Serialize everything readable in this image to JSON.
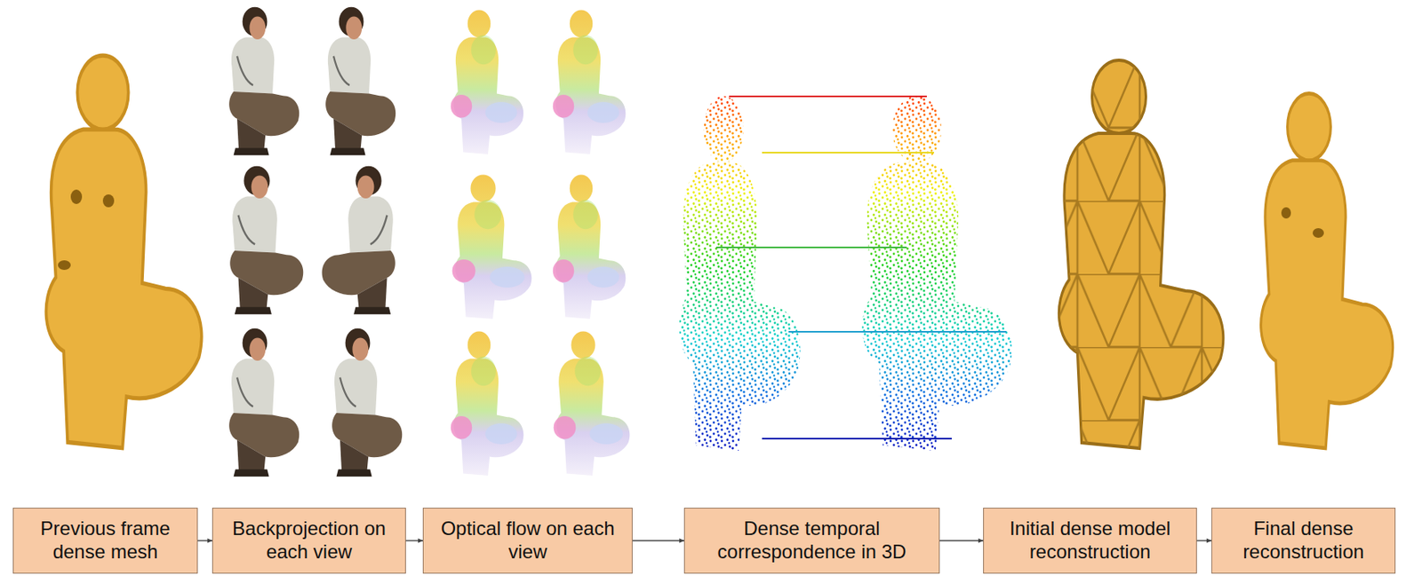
{
  "diagram": {
    "nodes": [
      {
        "text": [
          "Previous frame dense mesh"
        ]
      },
      {
        "text": [
          "Backprojection on each view"
        ]
      },
      {
        "text": [
          "Optical flow on each view"
        ]
      },
      {
        "text": [
          "Dense temporal correspondence in 3D"
        ]
      },
      {
        "text": [
          "Initial dense model reconstruction"
        ]
      },
      {
        "text": [
          "Final dense reconstruction"
        ]
      }
    ],
    "edges": [
      {
        "from": 0,
        "to": 1,
        "arrow": "to"
      },
      {
        "from": 1,
        "to": 2,
        "arrow": "to"
      },
      {
        "from": 2,
        "to": 3,
        "arrow": "to"
      },
      {
        "from": 3,
        "to": 4,
        "arrow": "to"
      },
      {
        "from": 4,
        "to": 5,
        "arrow": "to"
      }
    ]
  }
}
